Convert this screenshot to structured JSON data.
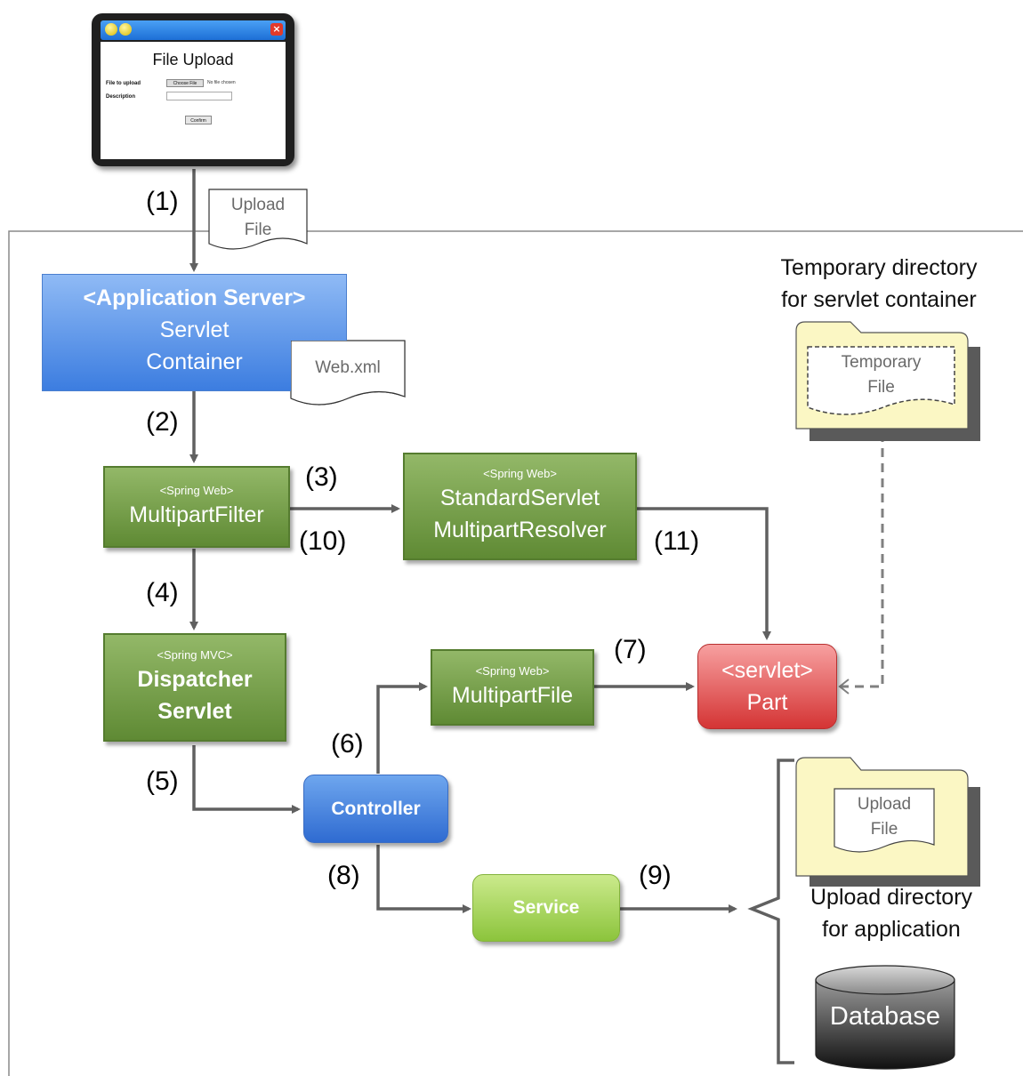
{
  "upload_form": {
    "title": "File Upload",
    "file_label": "File to upload",
    "choose_button": "Choose File",
    "no_file_text": "No file chosen",
    "description_label": "Description",
    "confirm_button": "Confirm"
  },
  "steps": {
    "s1": "(1)",
    "s2": "(2)",
    "s3": "(3)",
    "s4": "(4)",
    "s5": "(5)",
    "s6": "(6)",
    "s7": "(7)",
    "s8": "(8)",
    "s9": "(9)",
    "s10": "(10)",
    "s11": "(11)"
  },
  "documents": {
    "upload_file_1": "Upload",
    "upload_file_2": "File",
    "web_xml": "Web.xml",
    "temp_file_1": "Temporary",
    "temp_file_2": "File",
    "upload_file_app_1": "Upload",
    "upload_file_app_2": "File"
  },
  "app_server": {
    "line1": "<Application Server>",
    "line2": "Servlet",
    "line3": "Container"
  },
  "multipart_filter": {
    "tag": "<Spring Web>",
    "name": "MultipartFilter"
  },
  "resolver": {
    "tag": "<Spring Web>",
    "line1": "StandardServlet",
    "line2": "MultipartResolver"
  },
  "dispatcher": {
    "tag": "<Spring MVC>",
    "line1": "Dispatcher",
    "line2": "Servlet"
  },
  "multipart_file": {
    "tag": "<Spring Web>",
    "name": "MultipartFile"
  },
  "part": {
    "tag": "<servlet>",
    "name": "Part"
  },
  "controller": {
    "name": "Controller"
  },
  "service": {
    "name": "Service"
  },
  "temp_dir": {
    "line1": "Temporary directory",
    "line2": "for servlet container"
  },
  "upload_dir": {
    "line1": "Upload directory",
    "line2": "for application"
  },
  "database": {
    "name": "Database"
  },
  "colors": {
    "green_box": "#77a24b",
    "blue_server": "#5f98ea",
    "controller_blue": "#3f7bd8",
    "part_red": "#e05454",
    "service_lime": "#a8d55c",
    "folder_yellow": "#fbf7c4",
    "arrow_gray": "#606060"
  }
}
